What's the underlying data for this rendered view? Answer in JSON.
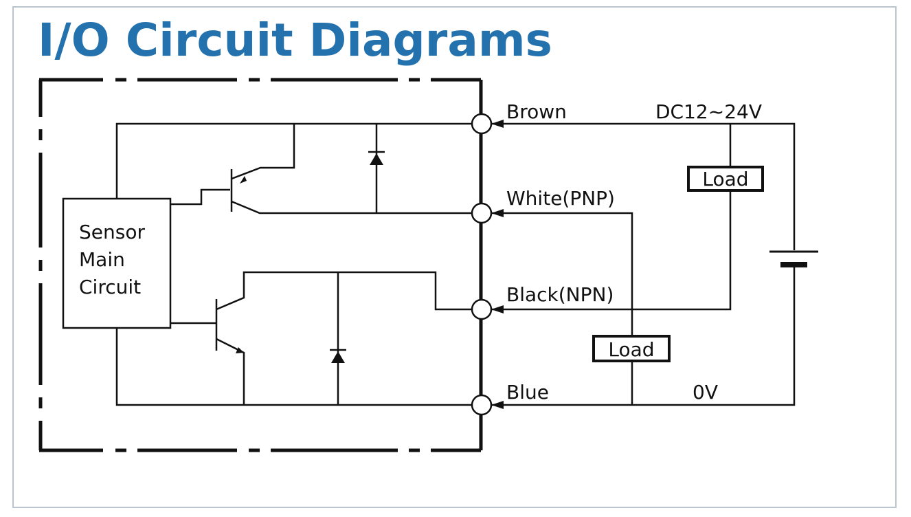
{
  "title": "I/O Circuit Diagrams",
  "sensor_label": [
    "Sensor",
    "Main",
    "Circuit"
  ],
  "wires": {
    "brown": "Brown",
    "white": "White(PNP)",
    "black": "Black(NPN)",
    "blue": "Blue"
  },
  "supply": {
    "positive": "DC12~24V",
    "negative": "0V"
  },
  "loads": {
    "upper": "Load",
    "lower": "Load"
  }
}
